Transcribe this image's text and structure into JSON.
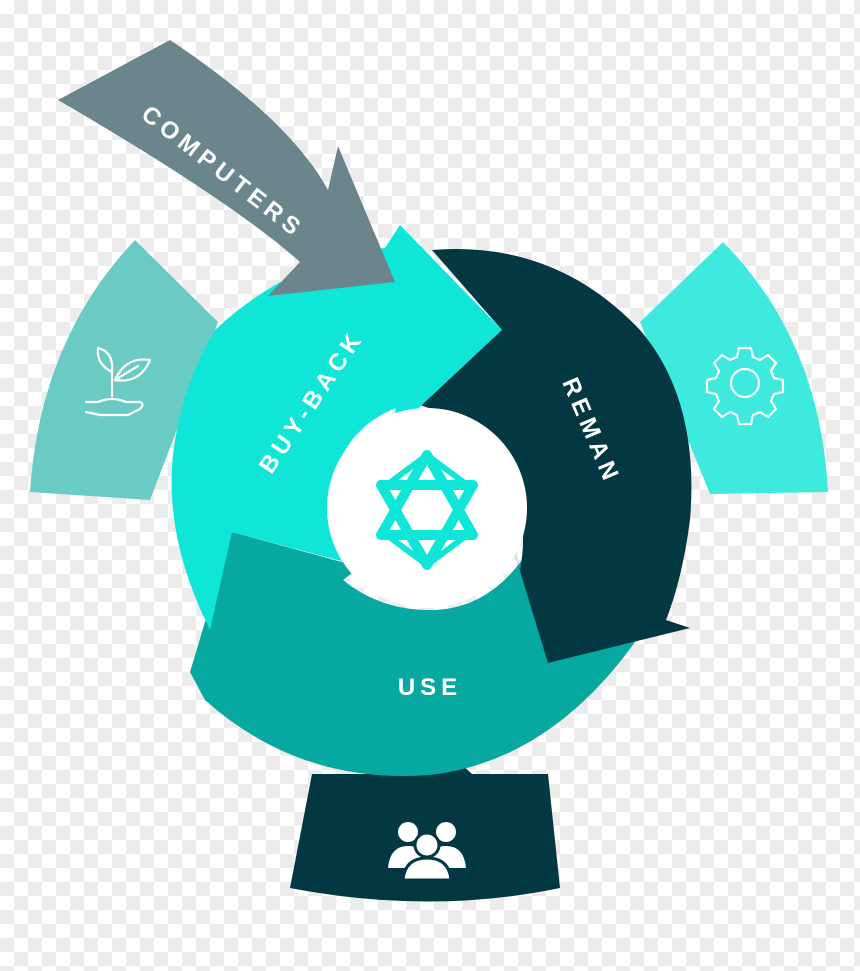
{
  "labels": {
    "computers": "COMPUTERS",
    "buyback": "BUY-BACK",
    "reman": "REMAN",
    "use": "USE"
  },
  "icons": {
    "plant": "plant-in-hand-icon",
    "gear": "gear-icon",
    "people": "group-of-people-icon",
    "logo": "interlocking-triangles-logo"
  },
  "colors": {
    "computers": "#6a858c",
    "buyback": "#10e6d8",
    "reman": "#033742",
    "use": "#06a8a0",
    "plant_panel": "#6acbc4",
    "gear_panel": "#3eeade",
    "people_panel": "#033742",
    "center": "#ffffff",
    "logo": "#10e6d8"
  }
}
